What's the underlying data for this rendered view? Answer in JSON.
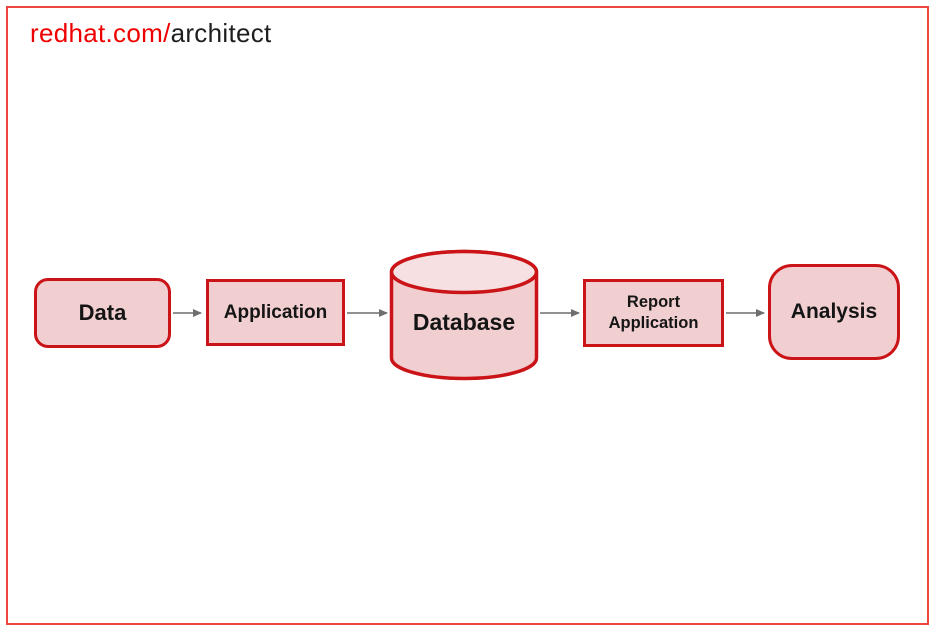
{
  "header": {
    "brand_primary": "redhat.com/",
    "brand_secondary": "architect"
  },
  "colors": {
    "frame_red": "#f0453f",
    "node_border_red": "#cb1417",
    "node_fill_pink": "#f1cfd1",
    "cylinder_top_pink": "#f6e0e1",
    "brand_red": "#ee0000",
    "text_dark": "#151515",
    "arrow_gray": "#6e6e6e"
  },
  "diagram": {
    "nodes": [
      {
        "id": "data",
        "label": "Data",
        "shape": "rounded-rectangle"
      },
      {
        "id": "application",
        "label": "Application",
        "shape": "rectangle"
      },
      {
        "id": "database",
        "label": "Database",
        "shape": "cylinder"
      },
      {
        "id": "report-application",
        "label": "Report Application",
        "shape": "rectangle"
      },
      {
        "id": "analysis",
        "label": "Analysis",
        "shape": "rounded-rectangle"
      }
    ],
    "edges": [
      {
        "from": "data",
        "to": "application"
      },
      {
        "from": "application",
        "to": "database"
      },
      {
        "from": "database",
        "to": "report-application"
      },
      {
        "from": "report-application",
        "to": "analysis"
      }
    ]
  }
}
